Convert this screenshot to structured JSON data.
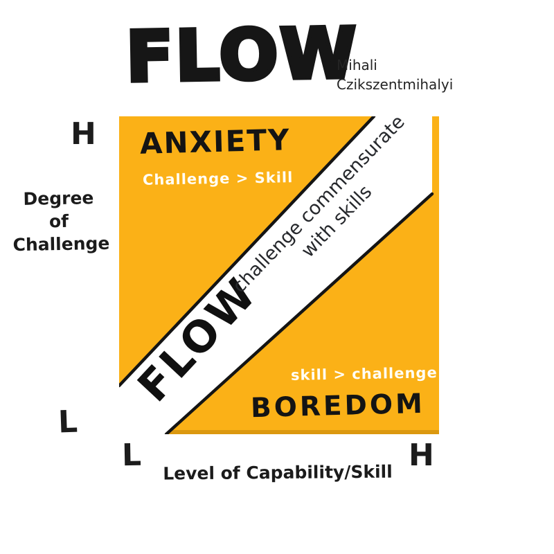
{
  "title": {
    "text": "FLOW",
    "author_line1": "Mihali",
    "author_line2": "Czikszentmihalyi"
  },
  "y_axis": {
    "high_label": "H",
    "low_label": "L",
    "label_lines": [
      "Degree",
      "of",
      "Challenge"
    ]
  },
  "x_axis": {
    "low_label": "L",
    "high_label": "H",
    "label": "Level of Capability/Skill"
  },
  "matrix": {
    "anxiety_title": "ANXIETY",
    "anxiety_subtitle": "Challenge > Skill",
    "flow_word": "FLOW",
    "band_caption_line1": "challenge commensurate",
    "band_caption_line2": "with skills",
    "boredom_subtitle": "skill > challenge",
    "boredom_title": "BOREDOM"
  },
  "colors": {
    "square_orange": "#FBB117",
    "ink_black": "#1B1B1B",
    "band_white": "#FFFFFF"
  }
}
